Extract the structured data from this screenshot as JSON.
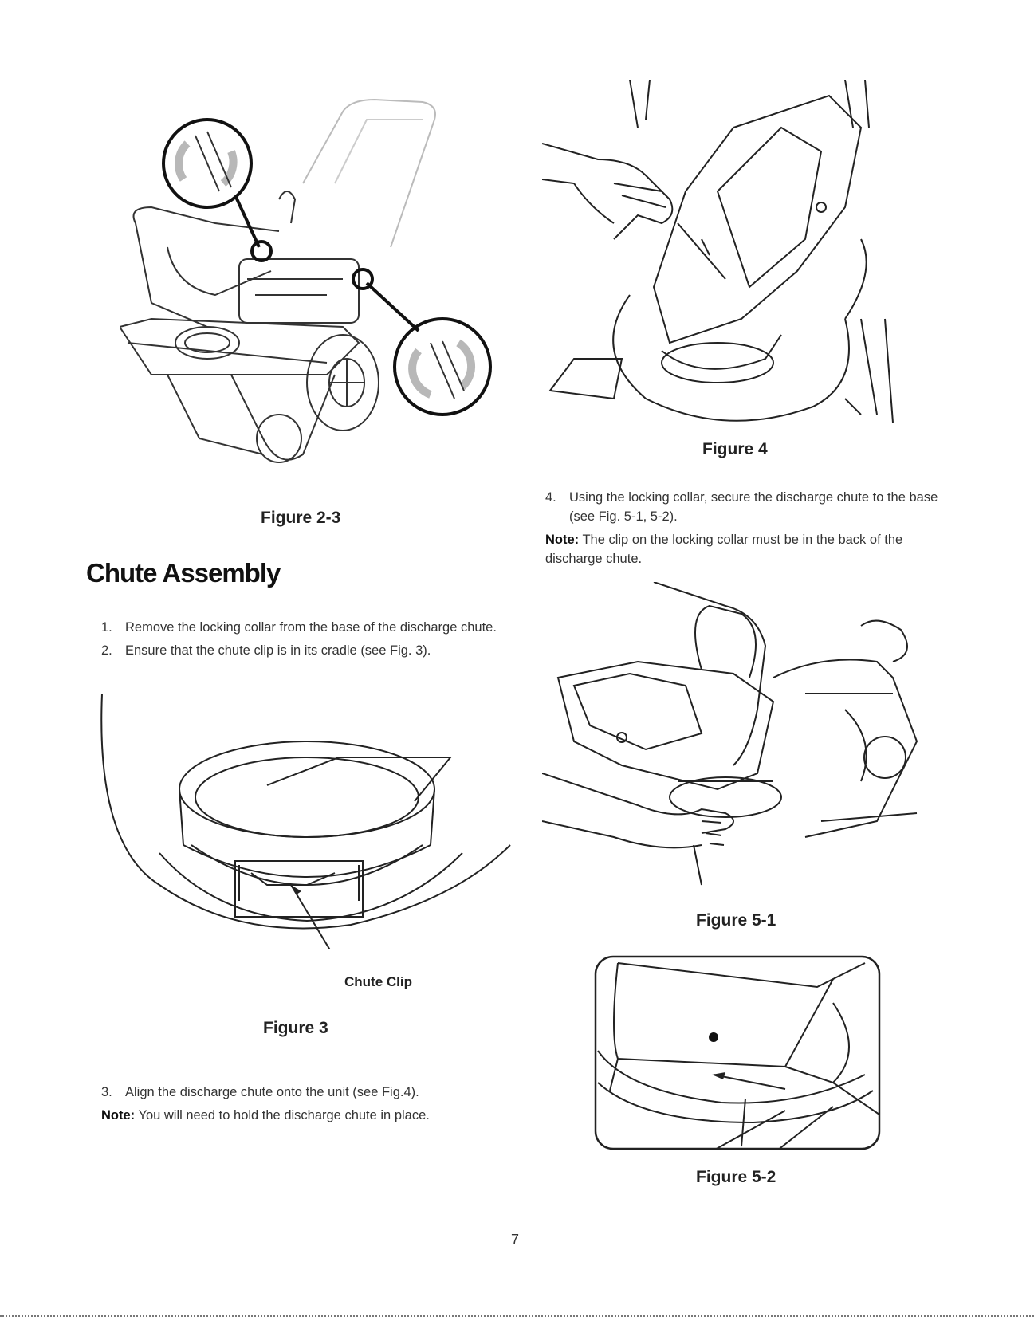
{
  "figures": {
    "fig_2_3": {
      "caption": "Figure 2-3"
    },
    "fig_4": {
      "caption": "Figure 4"
    },
    "fig_3": {
      "caption": "Figure 3",
      "callout": "Chute Clip"
    },
    "fig_5_1": {
      "caption": "Figure 5-1"
    },
    "fig_5_2": {
      "caption": "Figure 5-2"
    }
  },
  "section": {
    "title": "Chute Assembly",
    "steps_a": [
      {
        "num": "1.",
        "text": "Remove the locking collar from the base of the discharge chute."
      },
      {
        "num": "2.",
        "text": "Ensure that the chute clip is in its cradle (see Fig. 3)."
      }
    ],
    "step_3": {
      "num": "3.",
      "text": "Align the discharge chute onto the unit (see Fig.4)."
    },
    "note_1": {
      "label": "Note:",
      "text": " You will need to hold the discharge chute in place."
    },
    "step_4": {
      "num": "4.",
      "text": "Using the locking collar, secure the discharge chute to the base (see Fig. 5-1, 5-2)."
    },
    "note_2": {
      "label": "Note:",
      "text": " The clip on the locking collar must be in the back of the discharge chute."
    }
  },
  "page_number": "7"
}
